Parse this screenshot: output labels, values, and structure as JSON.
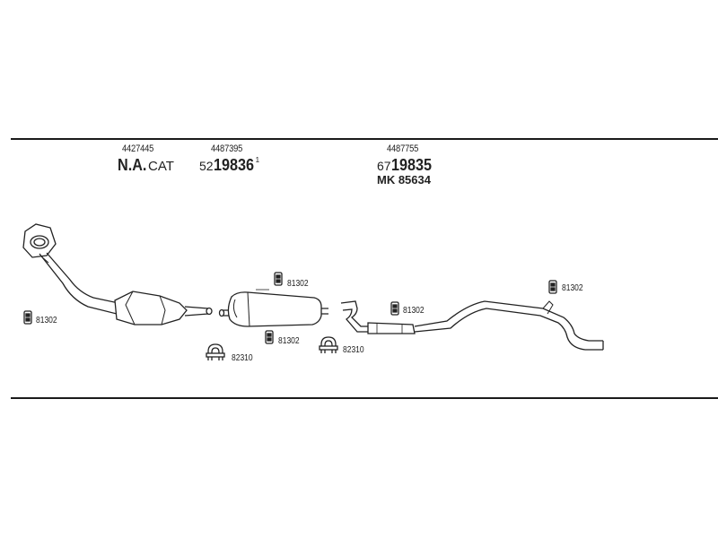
{
  "header_labels": {
    "cat_part": "4427445",
    "cat_name_bold": "N.A.",
    "cat_name_rest": "CAT",
    "mid_part": "4487395",
    "mid_prefix": "52",
    "mid_code": "19836",
    "mid_sup": "1",
    "rear_part": "4487755",
    "rear_prefix": "67",
    "rear_code": "19835",
    "rear_mk": "MK  85634"
  },
  "fitting_labels": {
    "hanger_left": "81302",
    "hanger_mid_top": "81302",
    "hanger_mid_bottom": "81302",
    "hanger_rear_front": "81302",
    "hanger_rear_end": "81302",
    "clamp_left": "82310",
    "clamp_right": "82310"
  }
}
